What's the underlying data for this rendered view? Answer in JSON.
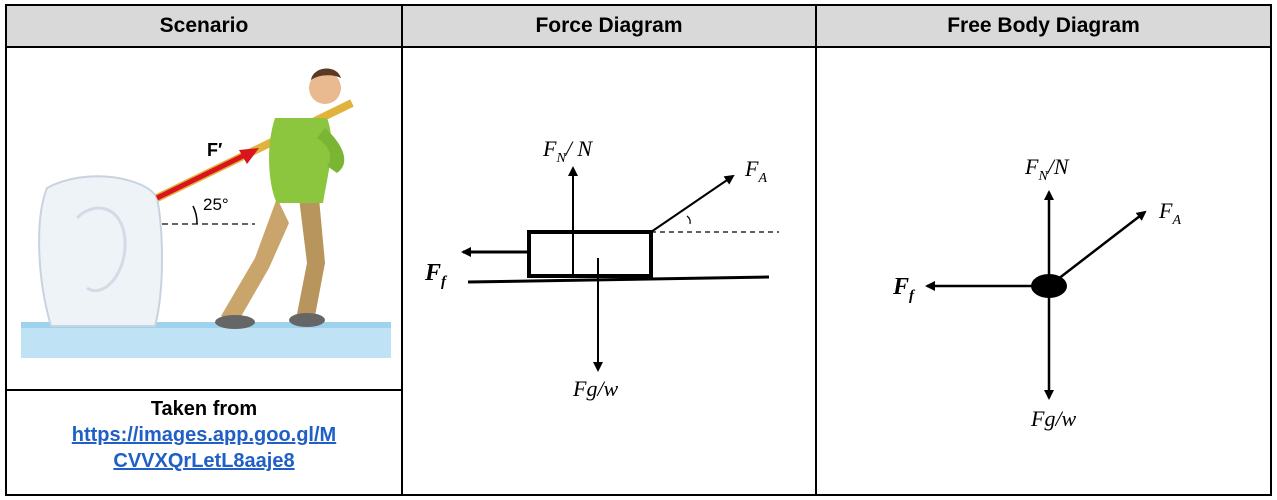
{
  "header": {
    "col1": "Scenario",
    "col2": "Force Diagram",
    "col3": "Free Body Diagram"
  },
  "scenario": {
    "force_label": "F′",
    "angle_label": "25°",
    "credit_title": "Taken from",
    "credit_link_line1": "https://images.app.goo.gl/M",
    "credit_link_line2": "CVVXQrLetL8aaje8"
  },
  "force_diagram": {
    "normal_label": "F",
    "normal_sub": "N",
    "normal_suffix": "/ N",
    "applied_label": "F",
    "applied_sub": "A",
    "friction_label": "F",
    "friction_sub": "f",
    "gravity_label": "Fg/w"
  },
  "free_body_diagram": {
    "normal_label": "F",
    "normal_sub": "N",
    "normal_suffix": "/N",
    "applied_label": "F",
    "applied_sub": "A",
    "friction_label": "F",
    "friction_sub": "f",
    "gravity_label": "Fg/w"
  },
  "colors": {
    "header_bg": "#d9d9d9",
    "force_arrow": "#d9141c",
    "rope": "#e0b43c",
    "shirt": "#8cc63f",
    "pants": "#c9a56b",
    "ice": "#bfe3f5",
    "link": "#1f5fc6"
  }
}
